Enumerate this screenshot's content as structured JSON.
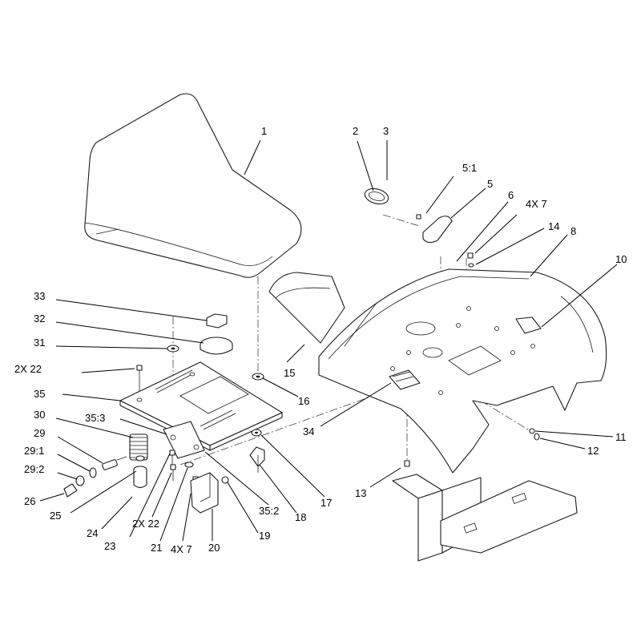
{
  "callouts": [
    {
      "id": "c1",
      "text": "1"
    },
    {
      "id": "c2",
      "text": "2"
    },
    {
      "id": "c3",
      "text": "3"
    },
    {
      "id": "c5-1",
      "text": "5:1"
    },
    {
      "id": "c5",
      "text": "5"
    },
    {
      "id": "c6",
      "text": "6"
    },
    {
      "id": "c4x7-top",
      "text": "4X 7"
    },
    {
      "id": "c14",
      "text": "14"
    },
    {
      "id": "c8",
      "text": "8"
    },
    {
      "id": "c10",
      "text": "10"
    },
    {
      "id": "c33",
      "text": "33"
    },
    {
      "id": "c32",
      "text": "32"
    },
    {
      "id": "c31",
      "text": "31"
    },
    {
      "id": "c2x22-left",
      "text": "2X 22"
    },
    {
      "id": "c35",
      "text": "35"
    },
    {
      "id": "c30",
      "text": "30"
    },
    {
      "id": "c35-3",
      "text": "35:3"
    },
    {
      "id": "c29",
      "text": "29"
    },
    {
      "id": "c29-1",
      "text": "29:1"
    },
    {
      "id": "c29-2",
      "text": "29:2"
    },
    {
      "id": "c26",
      "text": "26"
    },
    {
      "id": "c25",
      "text": "25"
    },
    {
      "id": "c24",
      "text": "24"
    },
    {
      "id": "c23",
      "text": "23"
    },
    {
      "id": "c2x22-bottom",
      "text": "2X 22"
    },
    {
      "id": "c21",
      "text": "21"
    },
    {
      "id": "c4x7-bottom",
      "text": "4X 7"
    },
    {
      "id": "c20",
      "text": "20"
    },
    {
      "id": "c19",
      "text": "19"
    },
    {
      "id": "c35-2",
      "text": "35:2"
    },
    {
      "id": "c18",
      "text": "18"
    },
    {
      "id": "c17",
      "text": "17"
    },
    {
      "id": "c16",
      "text": "16"
    },
    {
      "id": "c15",
      "text": "15"
    },
    {
      "id": "c34",
      "text": "34"
    },
    {
      "id": "c13",
      "text": "13"
    },
    {
      "id": "c11",
      "text": "11"
    },
    {
      "id": "c12",
      "text": "12"
    }
  ]
}
